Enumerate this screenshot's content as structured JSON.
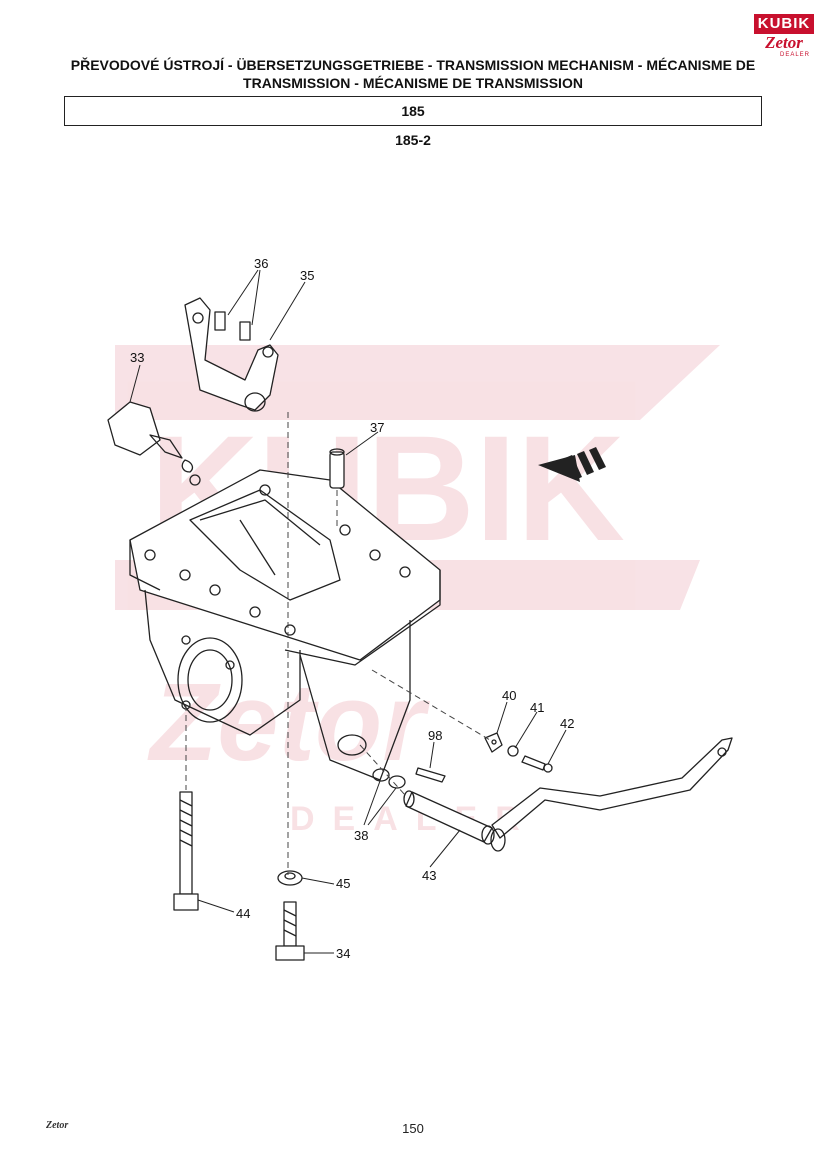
{
  "header": {
    "title": "PŘEVODOVÉ ÚSTROJÍ - ÜBERSETZUNGSGETRIEBE - TRANSMISSION MECHANISM - MÉCANISME DE TRANSMISSION - MÉCANISME DE TRANSMISSION",
    "group_code": "185",
    "diagram_code": "185-2"
  },
  "logo": {
    "top_text": "KUBIK",
    "script_text": "Zetor",
    "sub_text": "DEALER"
  },
  "watermark": {
    "brand": "KUBIK",
    "script": "Zetor",
    "sub": "DEALER",
    "color": "#c8102e"
  },
  "parts": [
    {
      "label": "33"
    },
    {
      "label": "34"
    },
    {
      "label": "35"
    },
    {
      "label": "36"
    },
    {
      "label": "37"
    },
    {
      "label": "38"
    },
    {
      "label": "40"
    },
    {
      "label": "41"
    },
    {
      "label": "42"
    },
    {
      "label": "43"
    },
    {
      "label": "44"
    },
    {
      "label": "45"
    },
    {
      "label": "98"
    }
  ],
  "footer": {
    "logo_text": "Zetor",
    "page_number": "150"
  }
}
